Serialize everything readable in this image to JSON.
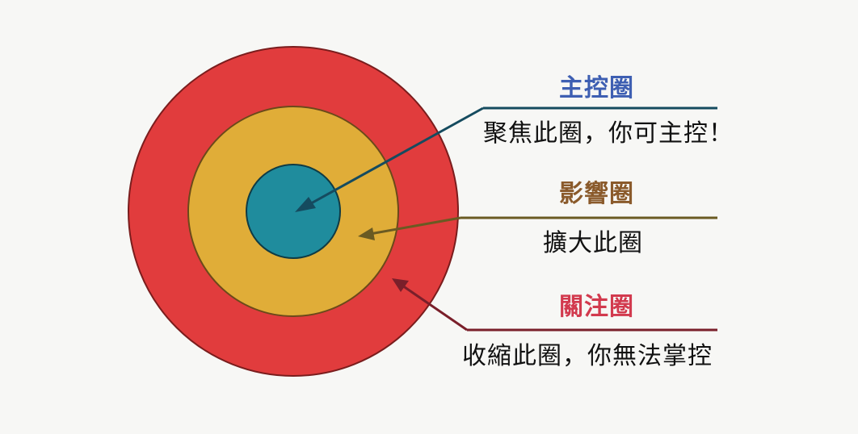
{
  "circles": [
    {
      "id": "concern",
      "color": "#e13c3d",
      "stroke": "#7a1d1d"
    },
    {
      "id": "influence",
      "color": "#e0ad38",
      "stroke": "#6b4a1a"
    },
    {
      "id": "control",
      "color": "#1f8c9d",
      "stroke": "#0f3b45"
    }
  ],
  "labels": {
    "control": {
      "title": "主控圈",
      "desc": "聚焦此圈，你可主控！",
      "title_color": "#3e5fb2",
      "line_color": "#154b5f"
    },
    "influence": {
      "title": "影響圈",
      "desc": "擴大此圈",
      "title_color": "#8a5a2b",
      "line_color": "#6a5a22"
    },
    "concern": {
      "title": "關注圈",
      "desc": "收縮此圈，你無法掌控",
      "title_color": "#d23a4e",
      "line_color": "#7a1f2a"
    }
  }
}
